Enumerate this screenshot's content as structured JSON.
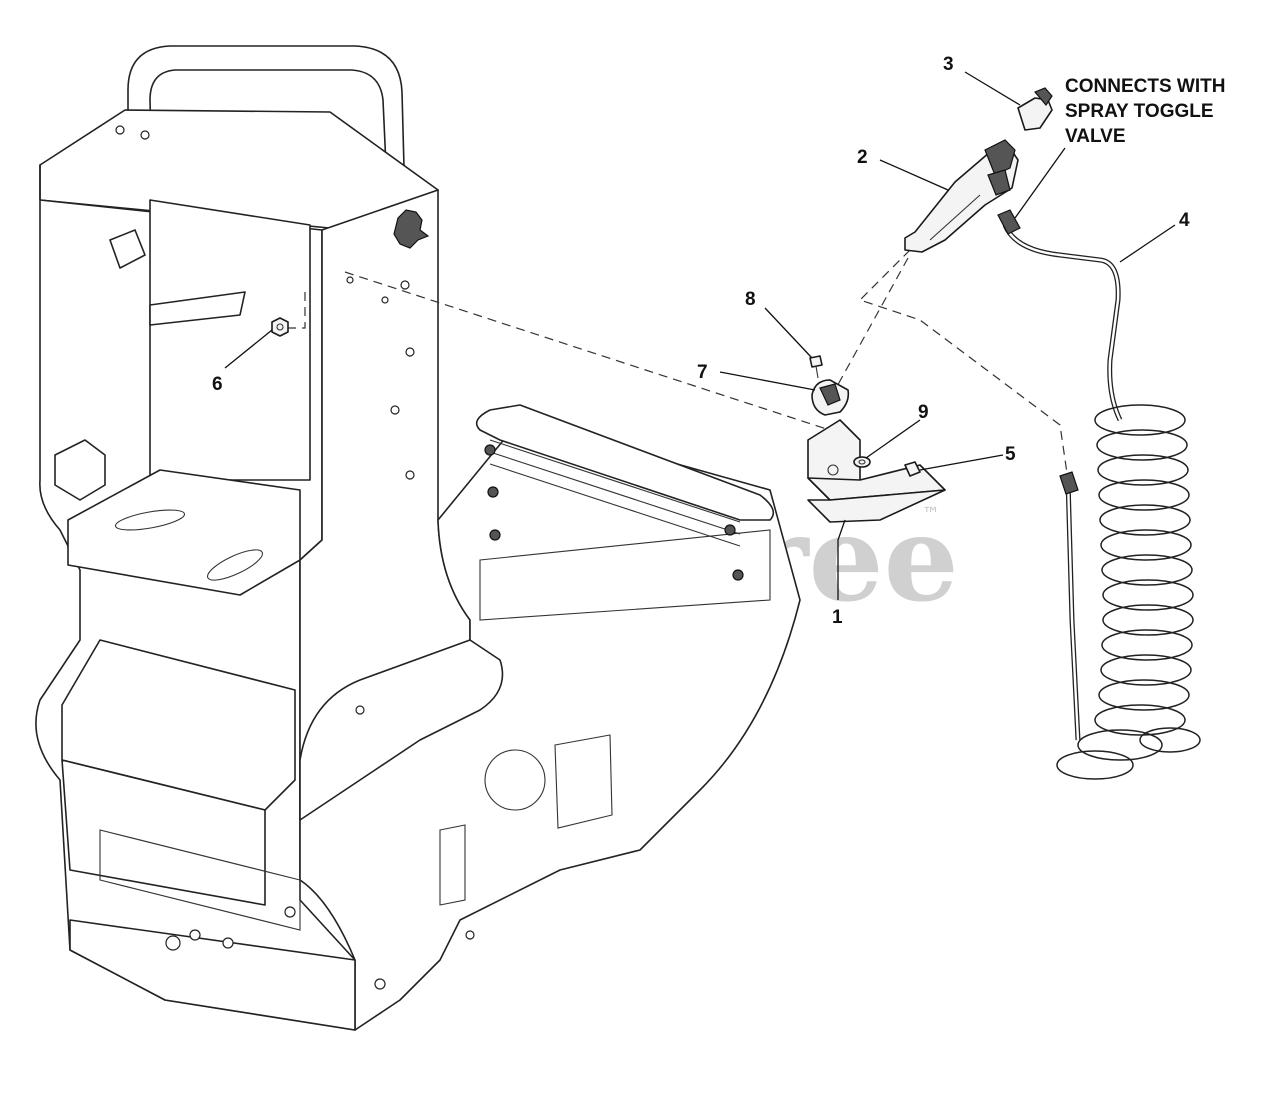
{
  "callouts": {
    "c1": "1",
    "c2": "2",
    "c3": "3",
    "c4": "4",
    "c5": "5",
    "c6": "6",
    "c7": "7",
    "c8": "8",
    "c9": "9"
  },
  "note": {
    "line1": "CONNECTS WITH",
    "line2": "SPRAY TOGGLE",
    "line3": "VALVE"
  },
  "watermark": {
    "text": "PartsTree",
    "trademark": "™"
  }
}
